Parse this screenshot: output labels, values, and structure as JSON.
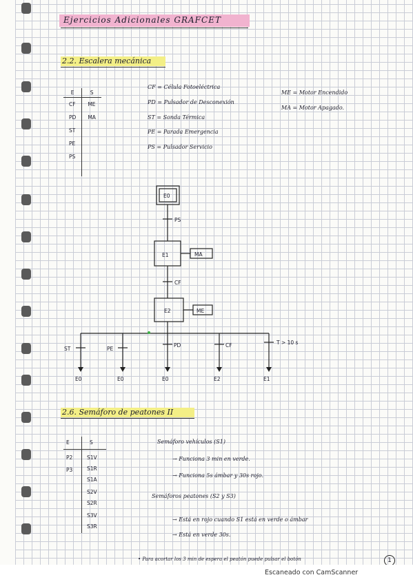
{
  "page_title": "Ejercicios Adicionales  GRAFCET",
  "section1": {
    "heading": "2.2. Escalera mecánica",
    "table_head": {
      "e": "E",
      "s": "S"
    },
    "inputs": [
      "CF",
      "PD",
      "ST",
      "PE",
      "PS"
    ],
    "outputs": [
      "ME",
      "MA"
    ],
    "legend_inputs": [
      "CF = Célula Fotoeléctrica",
      "PD = Pulsador de Desconexión",
      "ST = Sonda Térmica",
      "PE = Parada Emergencia",
      "PS = Pulsador Servicio"
    ],
    "legend_outputs": [
      "ME = Motor Encendido",
      "MA = Motor Apagado."
    ]
  },
  "grafcet": {
    "steps": [
      "E0",
      "E1",
      "E2"
    ],
    "actions": [
      "MA",
      "ME"
    ],
    "transitions": [
      "PS",
      "CF"
    ],
    "branches": [
      "ST",
      "PE",
      "PD",
      "CF",
      "T > 10 s"
    ],
    "targets": [
      "E0",
      "E0",
      "E0",
      "E2",
      "E1"
    ]
  },
  "section2": {
    "heading": "2.6. Semáforo de peatones II",
    "table_head": {
      "e": "E",
      "s": "S"
    },
    "inputs": [
      "P2",
      "P3"
    ],
    "outputs": [
      "S1V",
      "S1R",
      "S1A",
      "S2V",
      "S2R",
      "S3V",
      "S3R"
    ],
    "notes": [
      "Semáforo vehículos (S1)",
      "→ Funciona 3 min en verde.",
      "→ Funciona 5s ámbar y 30s rojo.",
      "Semáforos peatones (S2 y S3)",
      "→ Está en rojo cuando S1 está en verde o ámbar",
      "→ Está en verde 30s."
    ],
    "footnote": "• Para acortar los 3 min de espera el peatón puede pulsar el botón"
  },
  "page_number": "1",
  "scanner_mark": "Escaneado con CamScanner",
  "colors": {
    "title_highlight": "#f1b3cf",
    "heading_highlight": "#f3ef86",
    "ink": "#1b1b2a"
  }
}
